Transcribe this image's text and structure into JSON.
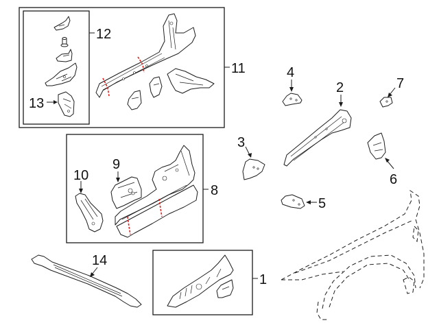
{
  "diagram": {
    "title": "Front structural components exploded view",
    "colors": {
      "line": "#1a1a1a",
      "cut_line": "#e0201c",
      "background": "#ffffff"
    },
    "callouts": [
      {
        "id": "1",
        "label": "1",
        "desc": "Front apron assembly (boxed)"
      },
      {
        "id": "2",
        "label": "2",
        "desc": "Upper rail"
      },
      {
        "id": "3",
        "label": "3",
        "desc": "Bracket"
      },
      {
        "id": "4",
        "label": "4",
        "desc": "Bracket"
      },
      {
        "id": "5",
        "label": "5",
        "desc": "Plate"
      },
      {
        "id": "6",
        "label": "6",
        "desc": "Bracket"
      },
      {
        "id": "7",
        "label": "7",
        "desc": "Small bracket"
      },
      {
        "id": "8",
        "label": "8",
        "desc": "Apron & rail assembly (boxed)"
      },
      {
        "id": "9",
        "label": "9",
        "desc": "Shock tower reinforcement"
      },
      {
        "id": "10",
        "label": "10",
        "desc": "Extension"
      },
      {
        "id": "11",
        "label": "11",
        "desc": "Frame rail assembly (boxed)"
      },
      {
        "id": "12",
        "label": "12",
        "desc": "Bracket kit (inner box)"
      },
      {
        "id": "13",
        "label": "13",
        "desc": "Bracket"
      },
      {
        "id": "14",
        "label": "14",
        "desc": "Crossmember"
      }
    ],
    "fender": {
      "style": "dashed",
      "desc": "Reference fender outline"
    }
  }
}
